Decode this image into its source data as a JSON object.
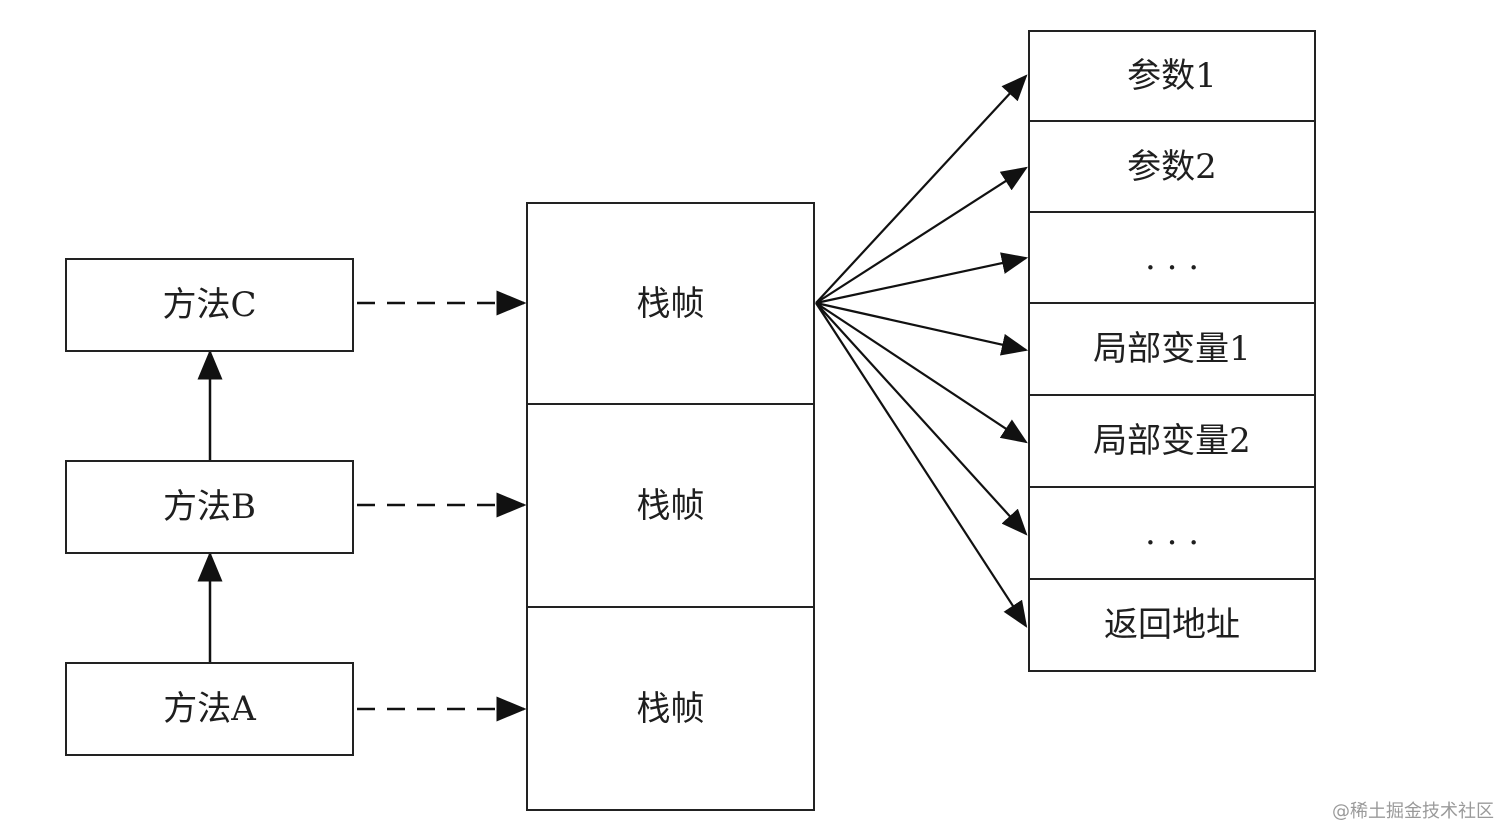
{
  "methods": [
    {
      "label": "方法C"
    },
    {
      "label": "方法B"
    },
    {
      "label": "方法A"
    }
  ],
  "stack_frames": [
    {
      "label": "栈帧"
    },
    {
      "label": "栈帧"
    },
    {
      "label": "栈帧"
    }
  ],
  "frame_details": [
    {
      "label": "参数1"
    },
    {
      "label": "参数2"
    },
    {
      "label": ". . ."
    },
    {
      "label": "局部变量1"
    },
    {
      "label": "局部变量2"
    },
    {
      "label": ". . ."
    },
    {
      "label": "返回地址"
    }
  ],
  "watermark": "@稀土掘金技术社区"
}
